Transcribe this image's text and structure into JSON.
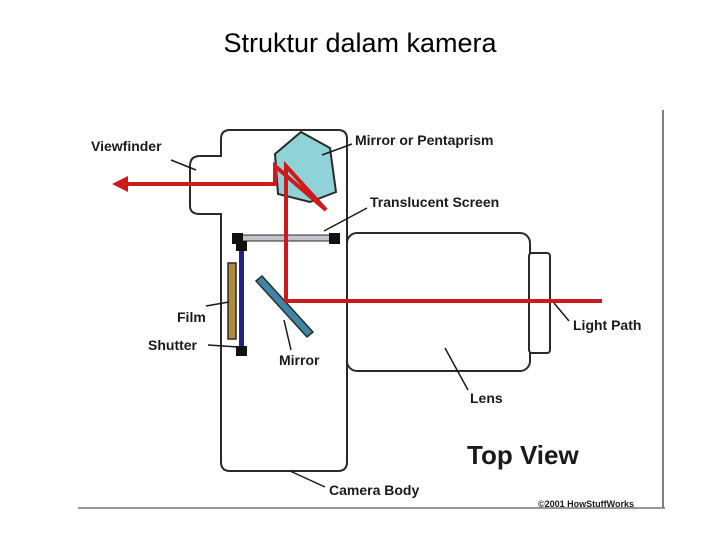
{
  "slide": {
    "title": "Struktur dalam kamera"
  },
  "diagram": {
    "labels": {
      "viewfinder": "Viewfinder",
      "mirror_or_pentaprism": "Mirror or Pentaprism",
      "translucent_screen": "Translucent  Screen",
      "film": "Film",
      "shutter": "Shutter",
      "mirror": "Mirror",
      "light_path": "Light Path",
      "lens": "Lens",
      "top_view": "Top View",
      "camera_body": "Camera Body",
      "copyright": "©2001 HowStuffWorks"
    },
    "colors": {
      "light_path": "#cc1b1b",
      "pentaprism": "#8fd3d8",
      "film": "#b28a3c",
      "shutter": "#22228a",
      "mirror": "#3e86a6",
      "screen": "#c4c4cc",
      "outline": "#2a2a2a"
    }
  }
}
